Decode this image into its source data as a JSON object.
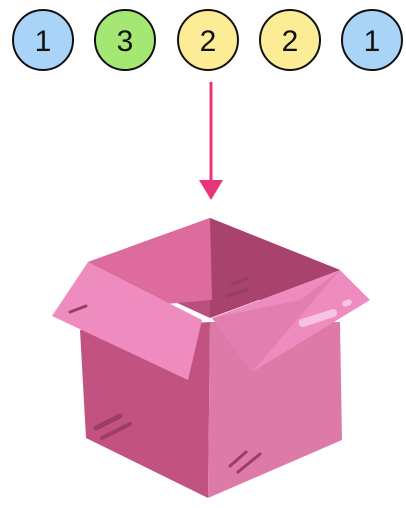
{
  "balls": [
    {
      "label": "1",
      "color": "#a9d3f7"
    },
    {
      "label": "3",
      "color": "#a4e873"
    },
    {
      "label": "2",
      "color": "#fbec95"
    },
    {
      "label": "2",
      "color": "#fbec95"
    },
    {
      "label": "1",
      "color": "#a9d3f7"
    }
  ],
  "arrow": {
    "color": "#e8347a"
  },
  "box": {
    "colors": {
      "front_left": "#c2527f",
      "front_right": "#de7aa7",
      "inside_back": "#b9507c",
      "inside_right": "#a8436d",
      "flap_light": "#ef8cbf",
      "flap_mid": "#e37fb0",
      "flap_back": "#dd6b9d",
      "highlight": "#f5c4e2",
      "scratch": "#9c3c68"
    }
  }
}
